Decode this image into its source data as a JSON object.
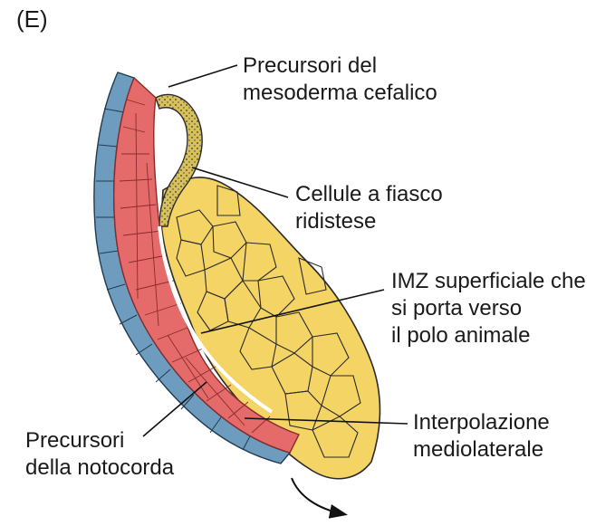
{
  "panel_label": "(E)",
  "labels": {
    "head_mesoderm": [
      "Precursori del",
      "mesoderma cefalico"
    ],
    "bottle_cells": [
      "Cellule a fiasco",
      "ridistese"
    ],
    "superficial_imz": [
      "IMZ superficiale che",
      "si porta verso",
      "il polo animale"
    ],
    "mediolateral": [
      "Interpolazione",
      "mediolaterale"
    ],
    "notochord": [
      "Precursori",
      "della notocorda"
    ]
  },
  "colors": {
    "ectoderm": "#6e9cbf",
    "mesoderm": "#e56b6b",
    "mesoderm_border": "#8a2b2b",
    "endoderm": "#f4d464",
    "endoderm_border": "#2a2a2a",
    "bottle": "#d8c05a",
    "line": "#111111"
  },
  "icons": [
    "movement-arrow-icon"
  ]
}
